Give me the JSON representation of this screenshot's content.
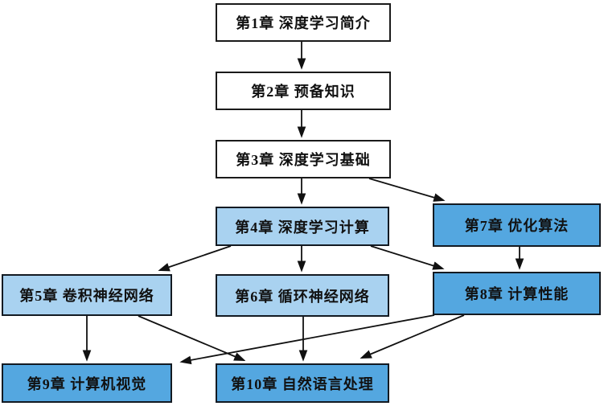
{
  "diagram": {
    "nodes": [
      {
        "id": "ch1",
        "label": "第1章 深度学习简介",
        "style": "plain"
      },
      {
        "id": "ch2",
        "label": "第2章 预备知识",
        "style": "plain"
      },
      {
        "id": "ch3",
        "label": "第3章 深度学习基础",
        "style": "plain"
      },
      {
        "id": "ch4",
        "label": "第4章 深度学习计算",
        "style": "light-blue"
      },
      {
        "id": "ch5",
        "label": "第5章 卷积神经网络",
        "style": "light-blue"
      },
      {
        "id": "ch6",
        "label": "第6章 循环神经网络",
        "style": "light-blue"
      },
      {
        "id": "ch7",
        "label": "第7章 优化算法",
        "style": "medium-blue"
      },
      {
        "id": "ch8",
        "label": "第8章 计算性能",
        "style": "medium-blue"
      },
      {
        "id": "ch9",
        "label": "第9章 计算机视觉",
        "style": "medium-blue"
      },
      {
        "id": "ch10",
        "label": "第10章 自然语言处理",
        "style": "medium-blue"
      }
    ],
    "edges": [
      {
        "from": "ch1",
        "to": "ch2"
      },
      {
        "from": "ch2",
        "to": "ch3"
      },
      {
        "from": "ch3",
        "to": "ch4"
      },
      {
        "from": "ch3",
        "to": "ch7"
      },
      {
        "from": "ch4",
        "to": "ch5"
      },
      {
        "from": "ch4",
        "to": "ch6"
      },
      {
        "from": "ch4",
        "to": "ch8"
      },
      {
        "from": "ch7",
        "to": "ch8"
      },
      {
        "from": "ch5",
        "to": "ch9"
      },
      {
        "from": "ch5",
        "to": "ch10"
      },
      {
        "from": "ch6",
        "to": "ch10"
      },
      {
        "from": "ch8",
        "to": "ch9"
      },
      {
        "from": "ch8",
        "to": "ch10"
      }
    ],
    "colors": {
      "plain_fill": "#ffffff",
      "light_blue_fill": "#a9d2f0",
      "medium_blue_fill": "#54a7e0",
      "border": "#131a22",
      "arrow": "#111111",
      "background": "#ffffff"
    }
  }
}
